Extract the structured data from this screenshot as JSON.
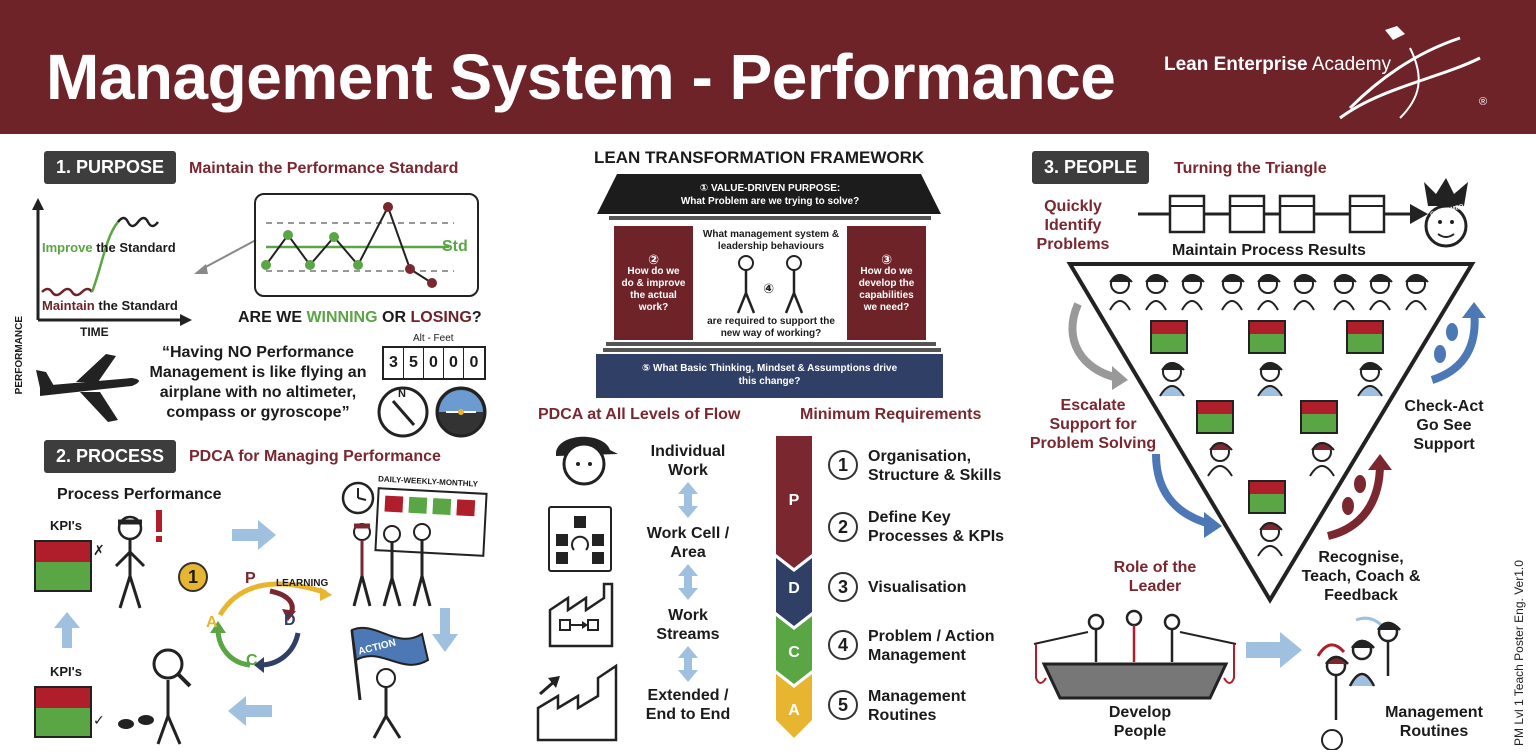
{
  "header": {
    "title": "Management System - Performance",
    "brand_bold": "Lean Enterprise",
    "brand_light": "Academy",
    "registered": "®"
  },
  "purpose": {
    "badge": "1. PURPOSE",
    "heading": "Maintain the Performance Standard",
    "axis_y": "PERFORMANCE",
    "axis_x": "TIME",
    "improve_word": "Improve",
    "improve_rest": "the Standard",
    "maintain_word": "Maintain",
    "maintain_rest": "the Standard",
    "std_label": "Std",
    "winning_prefix": "ARE WE",
    "winning_word": "WINNING",
    "or_word": "OR",
    "losing_word": "LOSING",
    "question_mark": "?",
    "quote": "“Having NO Performance Management is like flying an airplane with no altimeter, compass or gyroscope”",
    "alt_label": "Alt - Feet",
    "alt_digits": [
      "3",
      "5",
      "0",
      "0",
      "0"
    ],
    "compass_letter": "N"
  },
  "process": {
    "badge": "2. PROCESS",
    "heading": "PDCA for Managing Performance",
    "subheading": "Process Performance",
    "kpi_top": "KPI's",
    "kpi_bottom": "KPI's",
    "step_number": "1",
    "learning": "LEARNING",
    "letters": {
      "p": "P",
      "d": "D",
      "c": "C",
      "a": "A"
    },
    "board_title": "DAILY-WEEKLY-MONTHLY",
    "action_flag": "ACTION"
  },
  "framework": {
    "title": "LEAN TRANSFORMATION FRAMEWORK",
    "roof_line1": "① VALUE-DRIVEN PURPOSE:",
    "roof_line2": "What Problem are we trying to solve?",
    "left_num": "②",
    "left_text": "How do we do & improve the actual work?",
    "right_num": "③",
    "right_text": "How do we develop the capabilities we need?",
    "center_top": "What management system & leadership behaviours",
    "center_num": "④",
    "center_bottom": "are required to support the new way of working?",
    "base_text": "⑤ What Basic Thinking, Mindset & Assumptions drive this change?"
  },
  "pdca_levels": {
    "heading": "PDCA at All Levels of Flow",
    "levels": [
      "Individual Work",
      "Work Cell / Area",
      "Work Streams",
      "Extended / End to End"
    ]
  },
  "minimum": {
    "heading": "Minimum Requirements",
    "pdca_letters": [
      "P",
      "D",
      "C",
      "A"
    ],
    "items": [
      {
        "num": "1",
        "text": "Organisation, Structure & Skills"
      },
      {
        "num": "2",
        "text": "Define Key Processes & KPIs"
      },
      {
        "num": "3",
        "text": "Visualisation"
      },
      {
        "num": "4",
        "text": "Problem / Action Management"
      },
      {
        "num": "5",
        "text": "Management Routines"
      }
    ]
  },
  "people": {
    "badge": "3. PEOPLE",
    "heading": "Turning the Triangle",
    "quickly": "Quickly Identify Problems",
    "customer": "CUSTOMER",
    "maintain_results": "Maintain Process Results",
    "escalate": "Escalate Support for Problem Solving",
    "check_act": "Check-Act Go See Support",
    "role_leader": "Role of the Leader",
    "recognise": "Recognise, Teach, Coach & Feedback",
    "develop": "Develop People",
    "mgmt_routines": "Management Routines",
    "version": "PM Lvl 1 Teach Poster Eng. Ver1.0"
  },
  "colors": {
    "maroon": "#6e2329",
    "green": "#5aa544",
    "red": "#b01e2c",
    "navy": "#2f3f66",
    "yellow": "#e8b531",
    "light_blue": "#9fc0df"
  }
}
